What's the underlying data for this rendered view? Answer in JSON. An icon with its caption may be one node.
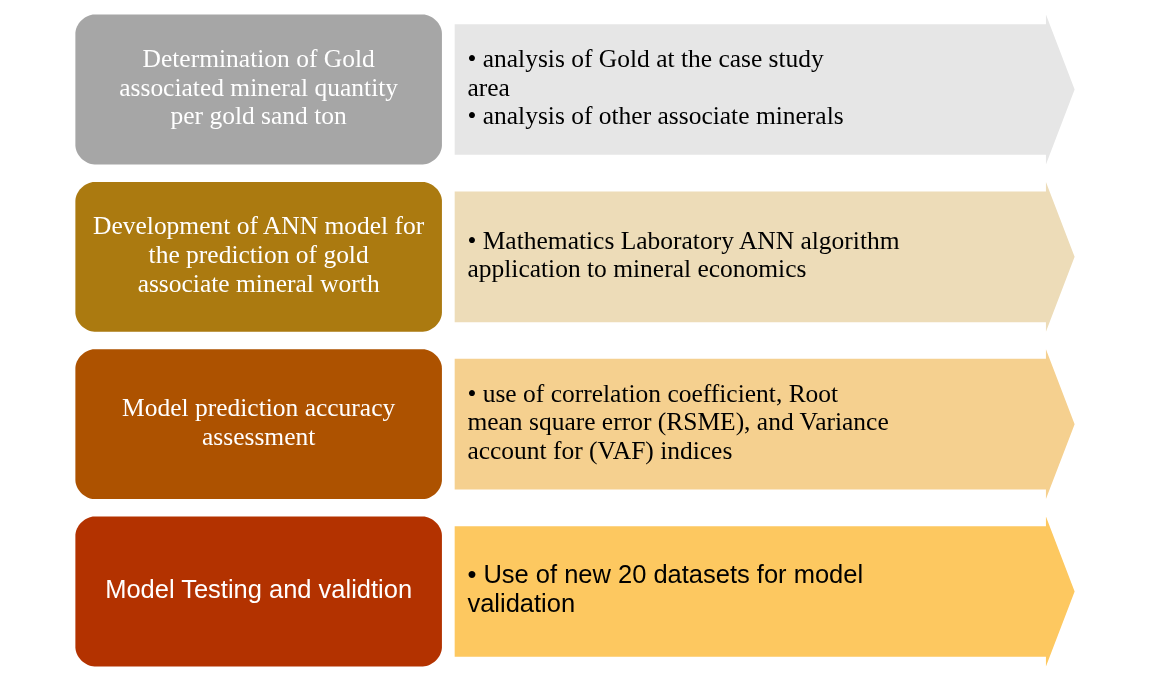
{
  "diagram": {
    "nodes": [
      {
        "text": [
          "Determination of Gold associated mineral quantity per gold sand ton"
        ]
      },
      {
        "text": [
          "• analysis of Gold at the case study area",
          "• analysis of other associate minerals"
        ]
      },
      {
        "text": [
          "Development of ANN model for the prediction of gold associate mineral worth"
        ]
      },
      {
        "text": [
          "• Mathematics Laboratory ANN algorithm application to mineral economics"
        ]
      },
      {
        "text": [
          "Model prediction accuracy assessment"
        ]
      },
      {
        "text": [
          "• use of correlation coefficient, Root mean square error (RSME), and Variance account for (VAF) indices"
        ]
      },
      {
        "text": [
          "Model Testing and validtion"
        ]
      },
      {
        "text": [
          "• Use of new 20 datasets for model validation"
        ]
      }
    ],
    "edges": []
  }
}
